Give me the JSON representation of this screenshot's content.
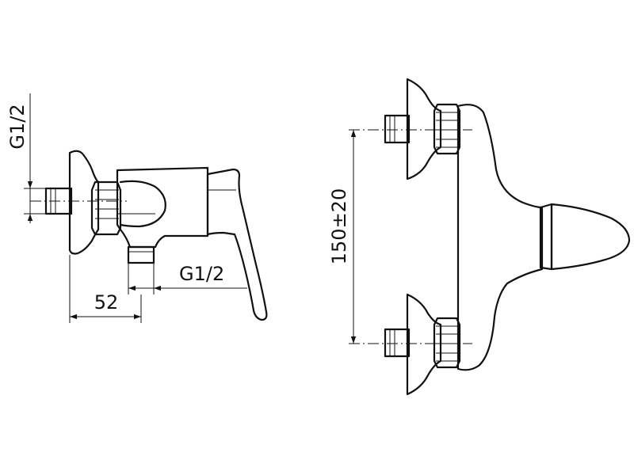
{
  "side_view": {
    "inlet_thread": "G1/2",
    "outlet_thread": "G1/2",
    "depth_dimension": "52"
  },
  "front_view": {
    "inlet_spacing": "150±20"
  }
}
